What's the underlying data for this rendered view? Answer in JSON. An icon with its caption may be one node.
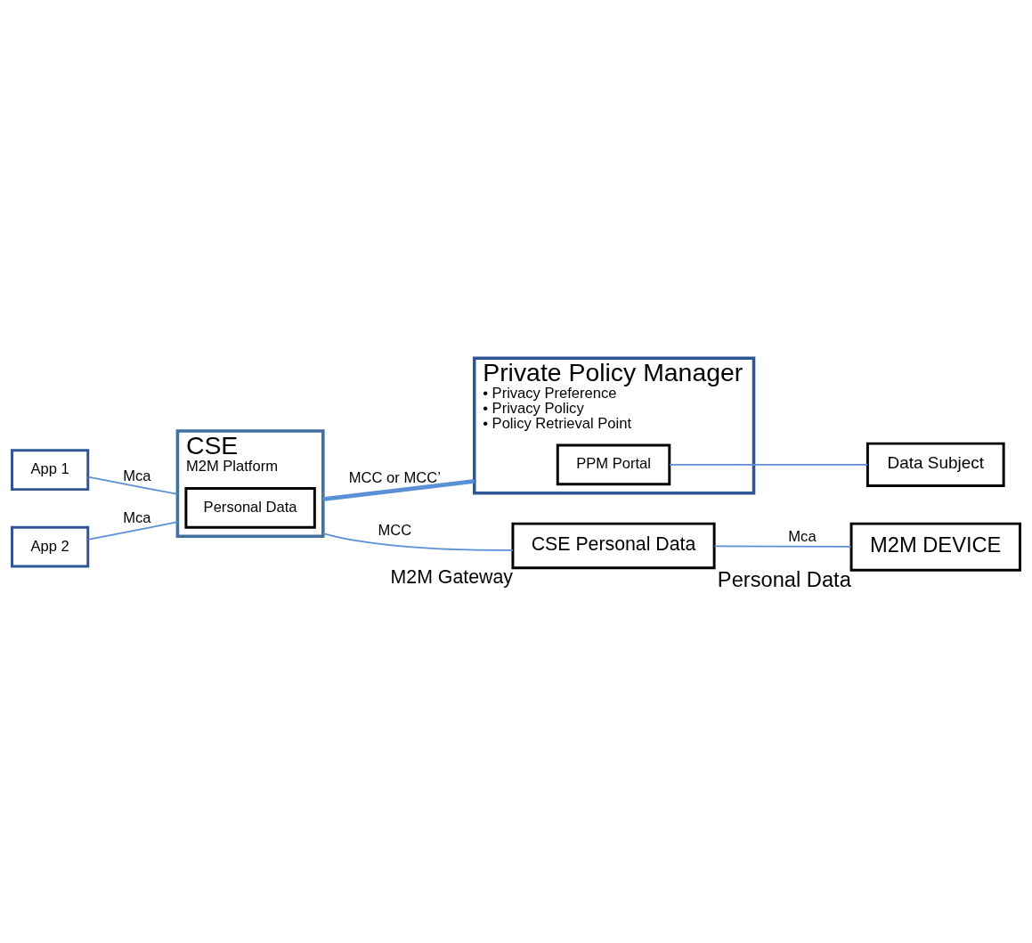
{
  "diagram": {
    "nodes": [
      {
        "text": [
          "App 1"
        ]
      },
      {
        "text": [
          "App 2"
        ]
      },
      {
        "text": [
          "CSE",
          "M2M Platform"
        ]
      },
      {
        "text": [
          "Personal Data"
        ],
        "in": 2
      },
      {
        "text": [
          "Private Policy Manager",
          "• Privacy Preference",
          "• Privacy Policy",
          "• Policy Retrieval Point"
        ]
      },
      {
        "text": [
          "PPM Portal"
        ],
        "in": 4
      },
      {
        "text": [
          "Data Subject"
        ]
      },
      {
        "text": [
          "CSE Personal Data"
        ],
        "beside": [
          "M2M Gateway"
        ]
      },
      {
        "text": [
          "M2M DEVICE"
        ],
        "beside": [
          "Personal Data"
        ]
      }
    ],
    "edges": [
      {
        "from": 0,
        "to": 2,
        "arrow": "none",
        "label": "Mca"
      },
      {
        "from": 1,
        "to": 2,
        "arrow": "none",
        "label": "Mca"
      },
      {
        "from": 2,
        "to": 4,
        "arrow": "none",
        "label": "MCC or MCC’",
        "style": "thick"
      },
      {
        "from": 2,
        "to": 7,
        "arrow": "none",
        "label": "MCC"
      },
      {
        "from": 7,
        "to": 8,
        "arrow": "none",
        "label": "Mca"
      },
      {
        "from": 5,
        "to": 6,
        "arrow": "none"
      }
    ]
  }
}
